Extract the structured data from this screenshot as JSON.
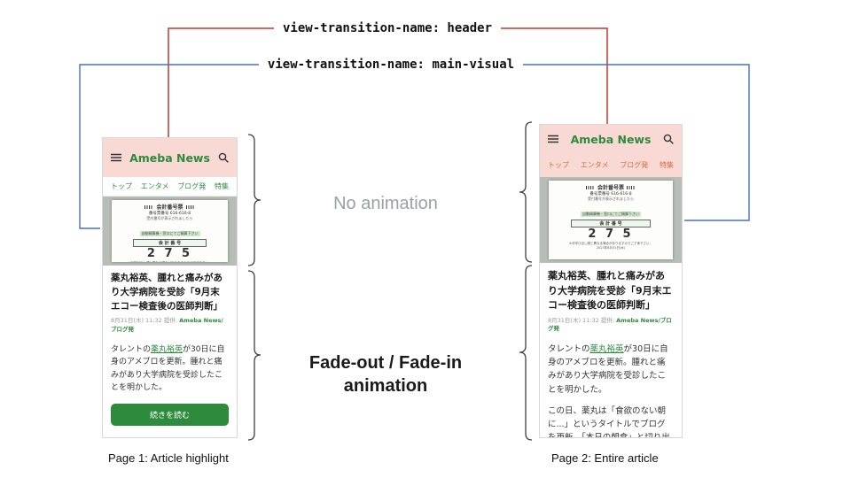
{
  "annotations": {
    "header_label": "view-transition-name: header",
    "main_visual_label": "view-transition-name: main-visual",
    "no_animation": "No animation",
    "fade_animation": "Fade-out / Fade-in animation",
    "page1_caption": "Page 1: Article highlight",
    "page2_caption": "Page 2: Entire article"
  },
  "colors": {
    "header_line": "#c0392b",
    "main_visual_line": "#4472c4",
    "brand_green": "#2d8a3e",
    "header_pink": "#f9d9d3"
  },
  "icons": {
    "menu": "hamburger-menu",
    "search": "magnifier"
  },
  "phone": {
    "brand": "Ameba News",
    "nav": [
      "トップ",
      "エンタメ",
      "ブログ発",
      "特集"
    ],
    "receipt": {
      "title": "会計番号票",
      "line1": "番号票番号 616-616-8",
      "line2": "受付番号が表示されましたら",
      "line3": "自動精算機・窓口にてご精算下さい",
      "number_label": "会 計 番 号",
      "number": "2 7 5",
      "note": "※お呼び出し順と異なる場合がありますのでご了承下さい。",
      "date": "2023年8月31日(木)"
    },
    "article": {
      "title": "薬丸裕英、腫れと痛みがあり大学病院を受診「9月末エコー検査後の医師判断」",
      "date": "8月31日(木) 11:32",
      "provider_label": "提供:",
      "provider": "Ameba News/ブログ発",
      "body1_pre": "タレントの",
      "body1_link": "薬丸裕英",
      "body1_post": "が30日に自身のアメブロを更新。腫れと痛みがあり大学病院を受診したことを明かした。",
      "body2": "この日、薬丸は「食欲のない朝に...」というタイトルでブログを更新。「本日の朝食」と切り出し、「自...",
      "read_more": "続きを読む"
    }
  }
}
